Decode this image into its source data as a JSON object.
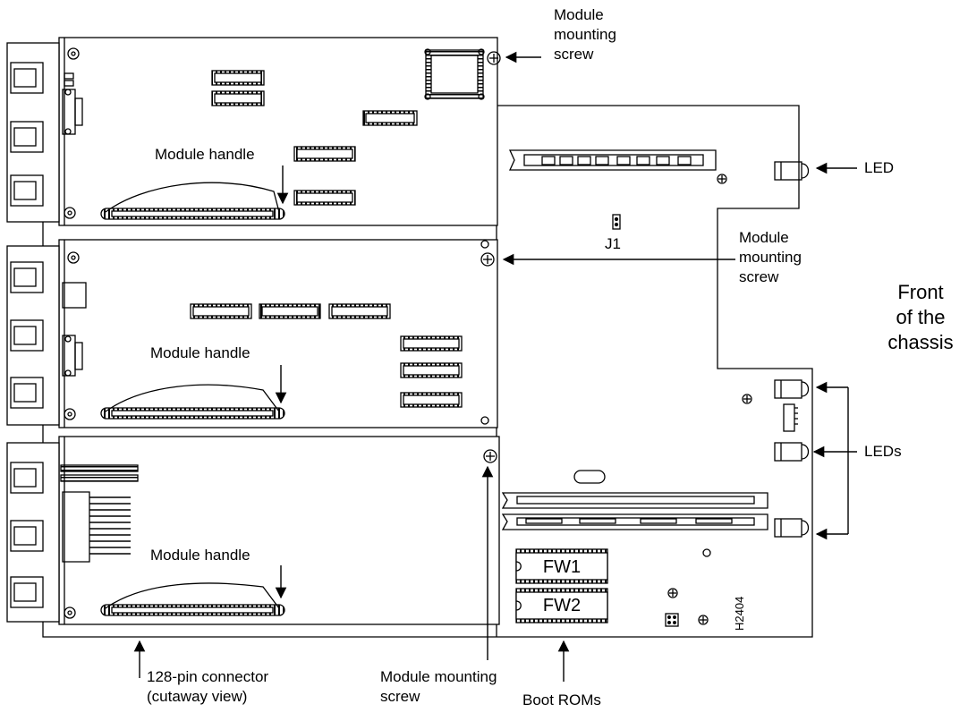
{
  "labels": {
    "top_module_screw": [
      "Module",
      "mounting",
      "screw"
    ],
    "mid_module_screw": [
      "Module",
      "mounting",
      "screw"
    ],
    "bottom_module_screw": [
      "Module mounting",
      "screw"
    ],
    "module_handle": "Module handle",
    "led": "LED",
    "leds": "LEDs",
    "j1": "J1",
    "front_of_chassis": [
      "Front",
      "of the",
      "chassis"
    ],
    "connector": [
      "128-pin connector",
      "(cutaway view)"
    ],
    "boot_roms": "Boot ROMs",
    "fw1": "FW1",
    "fw2": "FW2",
    "figure_id": "H2404"
  }
}
